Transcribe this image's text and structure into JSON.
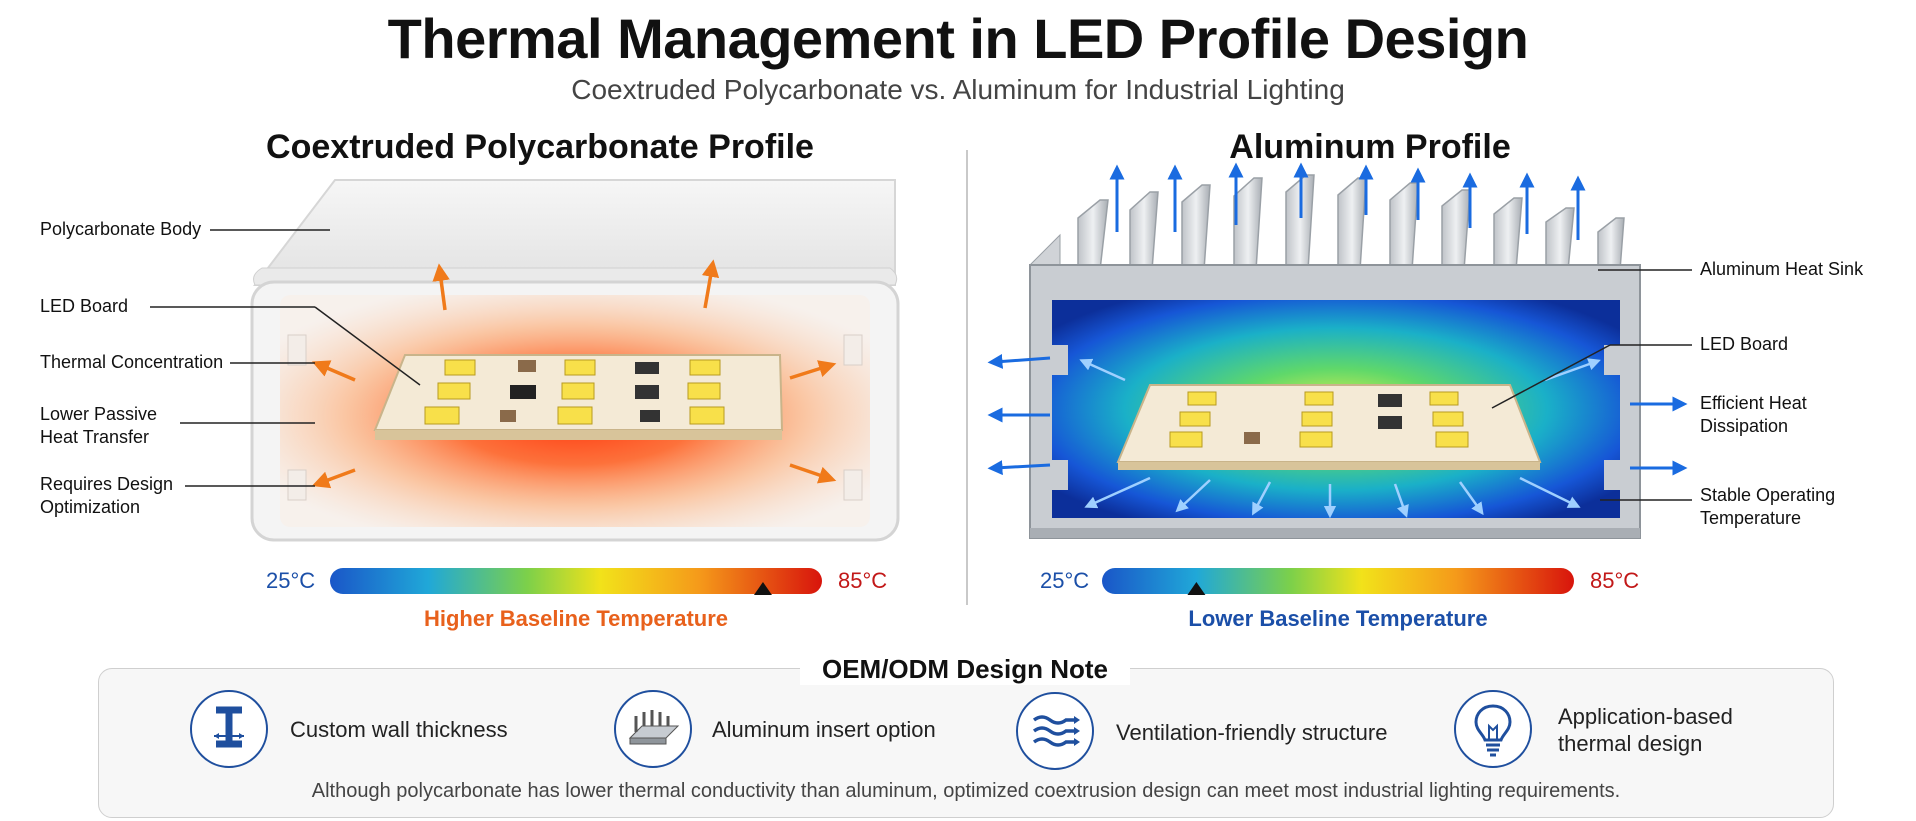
{
  "header": {
    "title": "Thermal Management in LED Profile Design",
    "subtitle": "Coextruded Polycarbonate vs. Aluminum for Industrial Lighting"
  },
  "left_panel": {
    "title": "Coextruded Polycarbonate Profile",
    "labels": [
      "Polycarbonate Body",
      "LED Board",
      "Thermal Concentration",
      "Lower Passive\nHeat Transfer",
      "Requires Design\nOptimization"
    ],
    "scale": {
      "min": "25°C",
      "max": "85°C",
      "caption": "Higher Baseline Temperature",
      "marker_fraction": 0.88,
      "caption_color": "#e8611c"
    }
  },
  "right_panel": {
    "title": "Aluminum Profile",
    "labels": [
      "Aluminum Heat Sink",
      "LED Board",
      "Efficient Heat\nDissipation",
      "Stable Operating\nTemperature"
    ],
    "scale": {
      "min": "25°C",
      "max": "85°C",
      "caption": "Lower Baseline Temperature",
      "marker_fraction": 0.2,
      "caption_color": "#1b4fa8"
    }
  },
  "design_note": {
    "title": "OEM/ODM Design Note",
    "features": [
      {
        "label": "Custom wall thickness",
        "icon": "wall-thickness-icon"
      },
      {
        "label": "Aluminum insert option",
        "icon": "aluminum-insert-icon"
      },
      {
        "label": "Ventilation-friendly structure",
        "icon": "ventilation-icon"
      },
      {
        "label": "Application-based\nthermal design",
        "icon": "lightbulb-icon"
      }
    ],
    "footnote": "Although polycarbonate has lower thermal conductivity than aluminum, optimized coextrusion design can meet most industrial lighting requirements."
  },
  "colors": {
    "accent_blue": "#1f4f9e",
    "hot": "#e8361c",
    "cool": "#1a6be0"
  }
}
